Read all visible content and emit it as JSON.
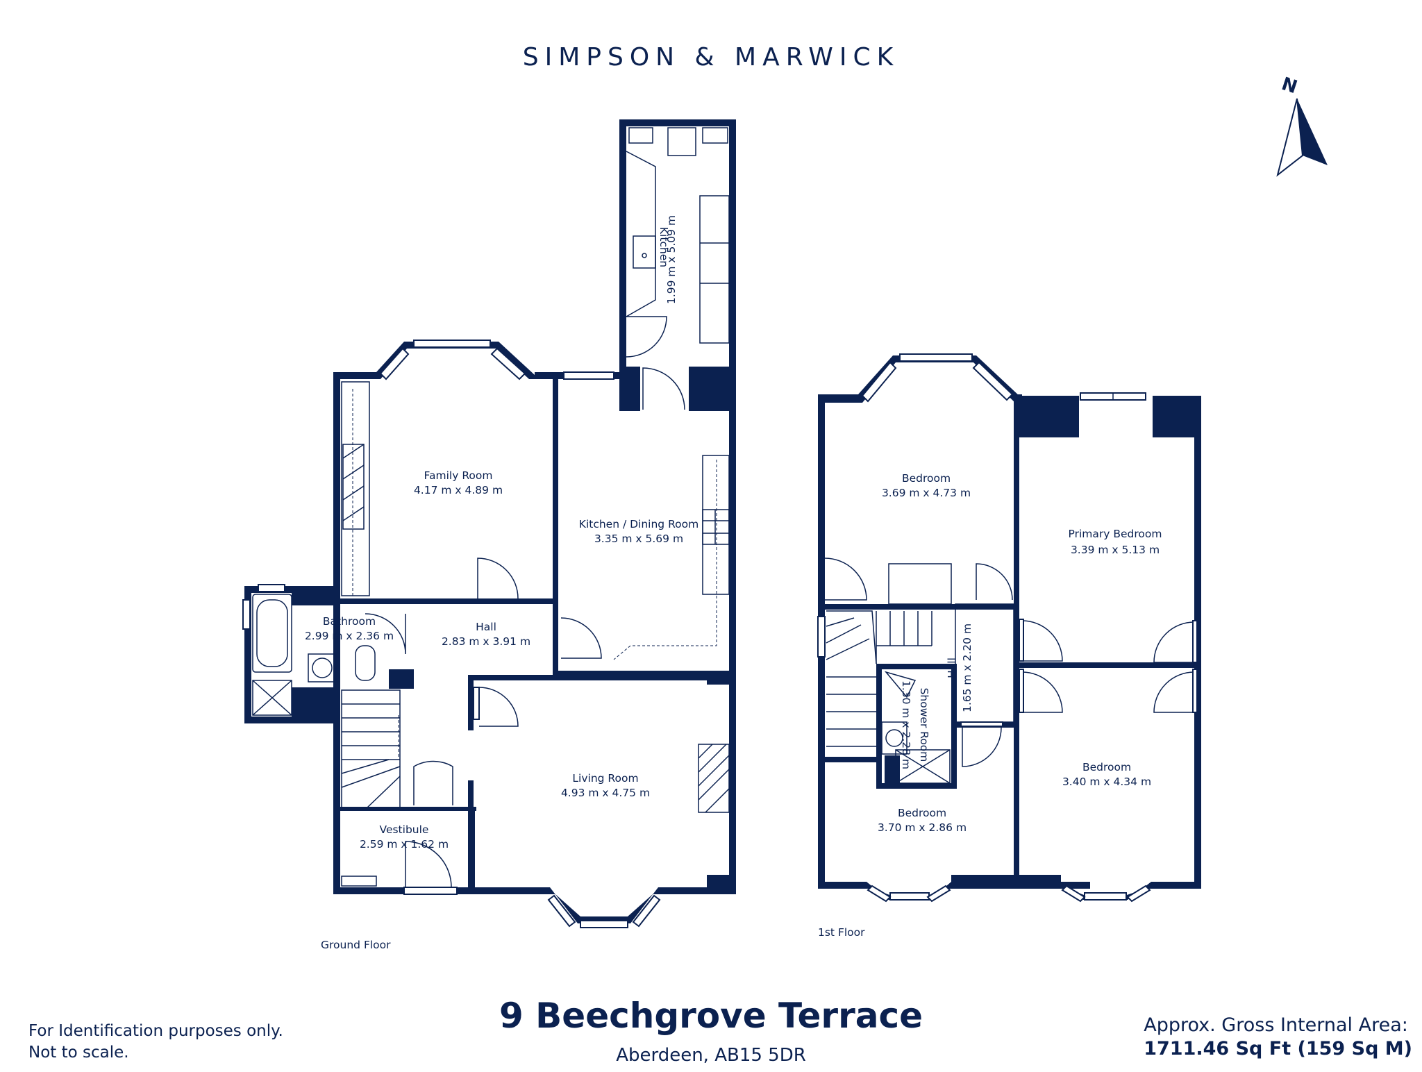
{
  "brand": "SIMPSON & MARWICK",
  "compass_letter": "N",
  "rooms": {
    "kitchen": {
      "name": "Kitchen",
      "size": "1.99 m x 5.09 m"
    },
    "family_room": {
      "name": "Family Room",
      "size": "4.17 m x 4.89 m"
    },
    "kitchen_dining": {
      "name": "Kitchen / Dining Room",
      "size": "3.35 m x 5.69 m"
    },
    "bathroom": {
      "name": "Bathroom",
      "size": "2.99 m x 2.36 m"
    },
    "hall_ground": {
      "name": "Hall",
      "size": "2.83 m x 3.91 m"
    },
    "living_room": {
      "name": "Living Room",
      "size": "4.93 m x 4.75 m"
    },
    "vestibule": {
      "name": "Vestibule",
      "size": "2.59 m x 1.62 m"
    },
    "bedroom_1": {
      "name": "Bedroom",
      "size": "3.69 m x 4.73 m"
    },
    "primary_bedroom": {
      "name": "Primary Bedroom",
      "size": "3.39 m x 5.13 m"
    },
    "hall_first": {
      "name": "Hall",
      "size": "1.65 m x 2.20 m"
    },
    "shower_room": {
      "name": "Shower Room",
      "size": "1.30 m x 2.28 m"
    },
    "bedroom_2": {
      "name": "Bedroom",
      "size": "3.70 m x 2.86 m"
    },
    "bedroom_3": {
      "name": "Bedroom",
      "size": "3.40 m x 4.34 m"
    }
  },
  "floors": {
    "ground": "Ground Floor",
    "first": "1st Floor"
  },
  "address": {
    "title": "9 Beechgrove Terrace",
    "subtitle": "Aberdeen, AB15 5DR"
  },
  "disclaimer": {
    "line1": "For Identification purposes only.",
    "line2": "Not to scale."
  },
  "area": {
    "label": "Approx. Gross Internal Area:",
    "value": "1711.46 Sq Ft (159 Sq M)"
  },
  "colors": {
    "ink": "#0b2150",
    "background": "#ffffff"
  }
}
